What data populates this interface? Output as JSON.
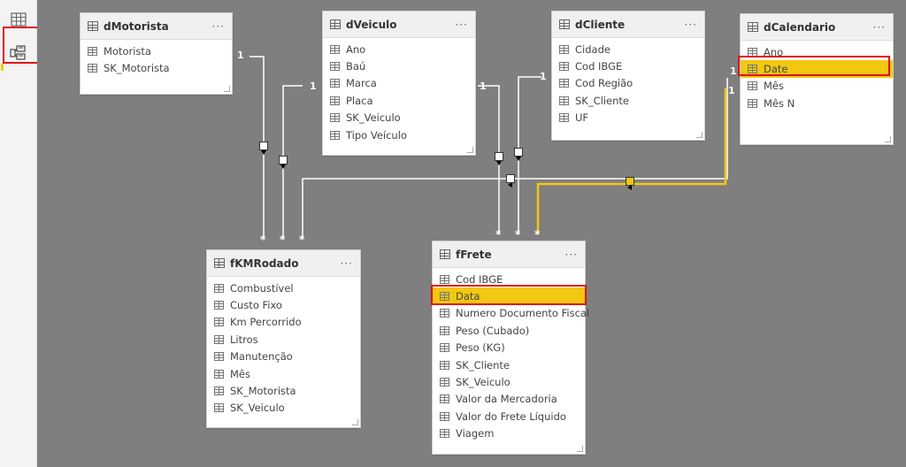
{
  "rail": {
    "data_view_icon": "table-grid-icon",
    "model_view_icon": "model-view-icon"
  },
  "tables": {
    "dMotorista": {
      "title": "dMotorista",
      "more": "···",
      "fields": [
        "Motorista",
        "SK_Motorista"
      ]
    },
    "dVeiculo": {
      "title": "dVeiculo",
      "more": "···",
      "fields": [
        "Ano",
        "Baú",
        "Marca",
        "Placa",
        "SK_Veiculo",
        "Tipo Veículo"
      ]
    },
    "dCliente": {
      "title": "dCliente",
      "more": "···",
      "fields": [
        "Cidade",
        "Cod IBGE",
        "Cod Região",
        "SK_Cliente",
        "UF"
      ]
    },
    "dCalendario": {
      "title": "dCalendario",
      "more": "···",
      "fields": [
        "Ano",
        "Date",
        "Mês",
        "Mês N"
      ]
    },
    "fKMRodado": {
      "title": "fKMRodado",
      "more": "···",
      "fields": [
        "Combustível",
        "Custo Fixo",
        "Km Percorrido",
        "Litros",
        "Manutenção",
        "Mês",
        "SK_Motorista",
        "SK_Veiculo"
      ]
    },
    "fFrete": {
      "title": "fFrete",
      "more": "···",
      "fields": [
        "Cod IBGE",
        "Data",
        "Numero Documento Fiscal",
        "Peso (Cubado)",
        "Peso (KG)",
        "SK_Cliente",
        "SK_Veiculo",
        "Valor da Mercadoria",
        "Valor do Frete Líquido",
        "Viagem"
      ]
    }
  },
  "relationships": {
    "one": "1",
    "many": "*"
  },
  "colors": {
    "highlight": "#f2c811",
    "callout": "#e0101a",
    "canvas": "#7f7f7f"
  }
}
